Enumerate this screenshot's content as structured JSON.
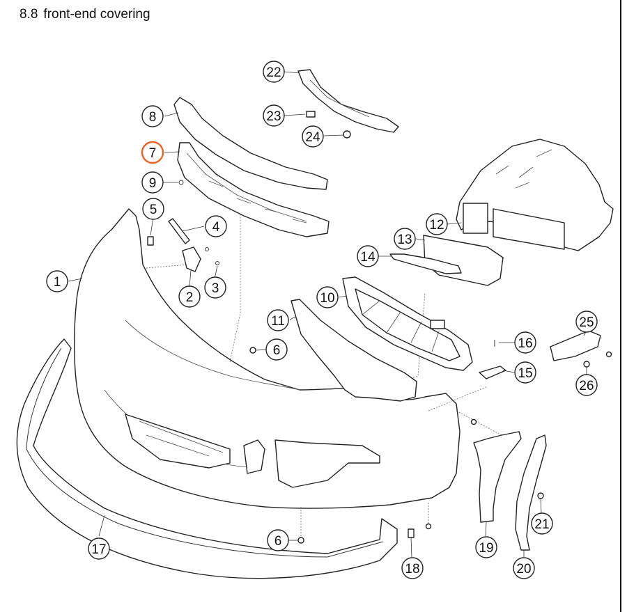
{
  "header": {
    "section_number": "8.8",
    "section_title": "front-end covering"
  },
  "highlight_color": "#e8642c",
  "callouts": [
    {
      "label": "1"
    },
    {
      "label": "2"
    },
    {
      "label": "3"
    },
    {
      "label": "4"
    },
    {
      "label": "5"
    },
    {
      "label": "6"
    },
    {
      "label": "6"
    },
    {
      "label": "7",
      "highlighted": true
    },
    {
      "label": "8"
    },
    {
      "label": "9"
    },
    {
      "label": "10"
    },
    {
      "label": "11"
    },
    {
      "label": "12"
    },
    {
      "label": "13"
    },
    {
      "label": "14"
    },
    {
      "label": "15"
    },
    {
      "label": "16"
    },
    {
      "label": "17"
    },
    {
      "label": "18"
    },
    {
      "label": "19"
    },
    {
      "label": "20"
    },
    {
      "label": "21"
    },
    {
      "label": "22"
    },
    {
      "label": "23"
    },
    {
      "label": "24"
    },
    {
      "label": "25"
    },
    {
      "label": "26"
    }
  ]
}
